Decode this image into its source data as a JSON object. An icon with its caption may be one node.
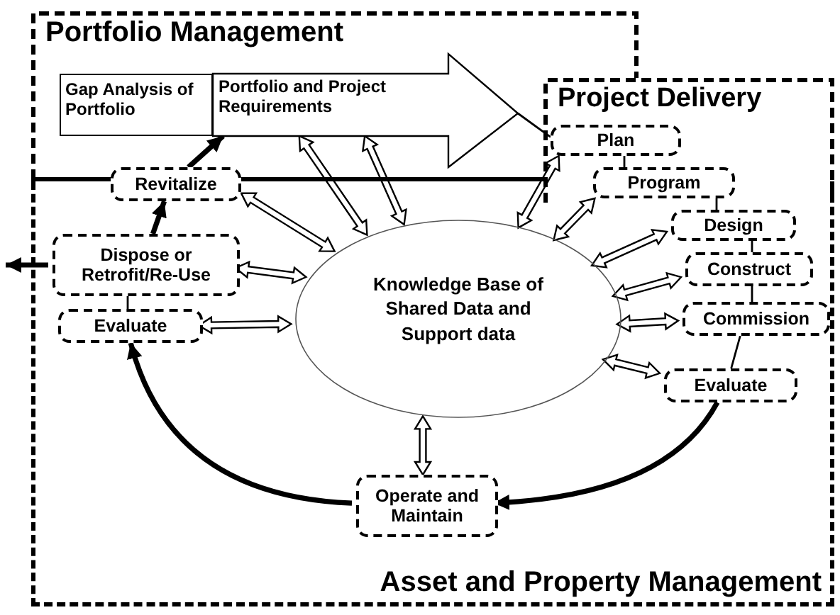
{
  "diagram": {
    "nodes": [
      {
        "text": [
          "Portfolio Management"
        ]
      },
      {
        "text": [
          "Gap Analysis of Portfolio"
        ],
        "in": 0
      },
      {
        "text": [
          "Portfolio and Project Requirements"
        ],
        "in": 0
      },
      {
        "text": [
          "Project Delivery"
        ]
      },
      {
        "text": [
          "Asset and Property Management"
        ]
      },
      {
        "text": [
          "Plan"
        ],
        "in": 3
      },
      {
        "text": [
          "Program"
        ],
        "in": 3
      },
      {
        "text": [
          "Design"
        ],
        "in": 4
      },
      {
        "text": [
          "Construct"
        ],
        "in": 4
      },
      {
        "text": [
          "Commission"
        ],
        "in": 4
      },
      {
        "text": [
          "Evaluate"
        ],
        "in": 4
      },
      {
        "text": [
          "Operate and Maintain"
        ],
        "in": 4
      },
      {
        "text": [
          "Evaluate"
        ],
        "in": 4
      },
      {
        "text": [
          "Dispose or Retrofit/Re-Use"
        ],
        "in": 4
      },
      {
        "text": [
          "Revitalize"
        ]
      },
      {
        "text": [
          "Knowledge Base of Shared Data and Support data"
        ],
        "in": 4
      }
    ],
    "edges": [
      {
        "from": 5,
        "to": 6,
        "arrow": "none"
      },
      {
        "from": 6,
        "to": 7,
        "arrow": "none"
      },
      {
        "from": 7,
        "to": 8,
        "arrow": "none"
      },
      {
        "from": 8,
        "to": 9,
        "arrow": "none"
      },
      {
        "from": 9,
        "to": 10,
        "arrow": "none"
      },
      {
        "from": 10,
        "to": 11,
        "arrow": "to",
        "style": "thick"
      },
      {
        "from": 11,
        "to": 12,
        "arrow": "to",
        "style": "thick"
      },
      {
        "from": 12,
        "to": 13,
        "arrow": "none"
      },
      {
        "from": 13,
        "to": 14,
        "arrow": "to",
        "style": "thick"
      },
      {
        "from": 14,
        "to": 2,
        "arrow": "to",
        "style": "thick"
      },
      {
        "from": 2,
        "to": 5,
        "arrow": "none"
      },
      {
        "from": 13,
        "to": null,
        "arrow": "to",
        "style": "thick"
      },
      {
        "from": 2,
        "to": 15,
        "arrow": "both"
      },
      {
        "from": 2,
        "to": 15,
        "arrow": "both"
      },
      {
        "from": 14,
        "to": 15,
        "arrow": "both"
      },
      {
        "from": 13,
        "to": 15,
        "arrow": "both"
      },
      {
        "from": 12,
        "to": 15,
        "arrow": "both"
      },
      {
        "from": 5,
        "to": 15,
        "arrow": "both"
      },
      {
        "from": 6,
        "to": 15,
        "arrow": "both"
      },
      {
        "from": 7,
        "to": 15,
        "arrow": "both"
      },
      {
        "from": 8,
        "to": 15,
        "arrow": "both"
      },
      {
        "from": 9,
        "to": 15,
        "arrow": "both"
      },
      {
        "from": 10,
        "to": 15,
        "arrow": "both"
      },
      {
        "from": 11,
        "to": 15,
        "arrow": "both"
      }
    ]
  }
}
